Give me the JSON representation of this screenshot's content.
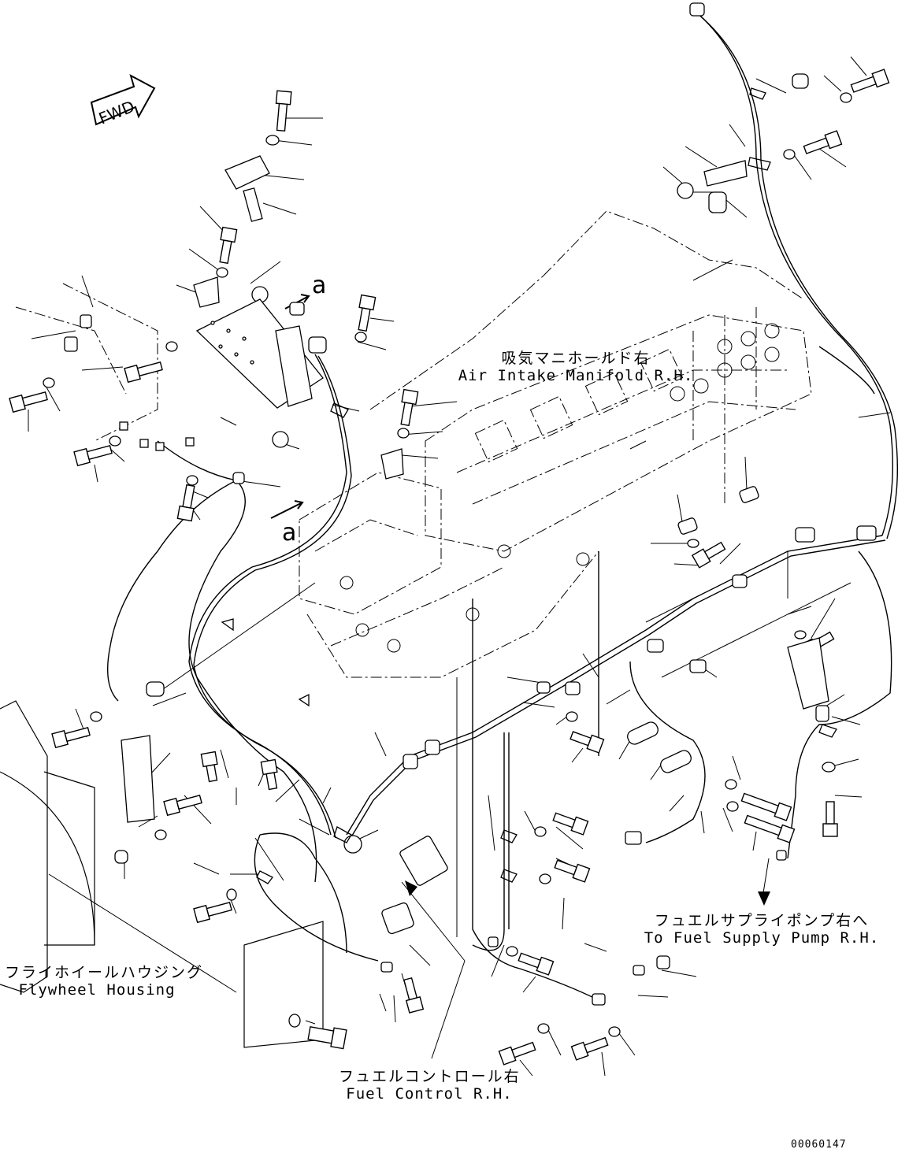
{
  "direction_marker": {
    "text": "FWD"
  },
  "section_marks": [
    "a",
    "a"
  ],
  "labels": {
    "air_intake_manifold_jp": "吸気マニホールド右",
    "air_intake_manifold_en": "Air Intake Manifold R.H.",
    "flywheel_housing_jp": "フライホイールハウジング",
    "flywheel_housing_en": "Flywheel Housing",
    "fuel_supply_pump_jp": "フュエルサプライポンプ右へ",
    "fuel_supply_pump_en": "To Fuel Supply Pump R.H.",
    "fuel_control_jp": "フュエルコントロール右",
    "fuel_control_en": "Fuel Control R.H."
  },
  "drawing_number": "00060147",
  "colors": {
    "line": "#000000",
    "background": "#ffffff"
  }
}
